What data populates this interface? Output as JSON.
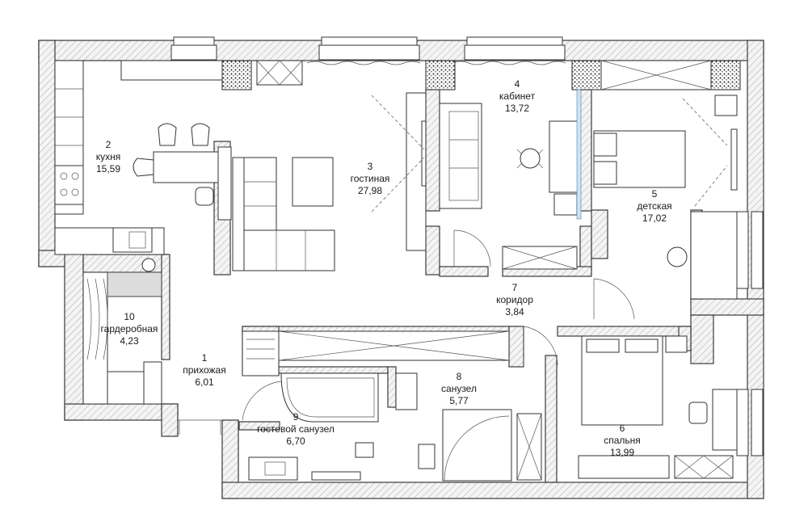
{
  "rooms": [
    {
      "number": "1",
      "name": "прихожая",
      "area": "6,01"
    },
    {
      "number": "2",
      "name": "кухня",
      "area": "15,59"
    },
    {
      "number": "3",
      "name": "гостиная",
      "area": "27,98"
    },
    {
      "number": "4",
      "name": "кабинет",
      "area": "13,72"
    },
    {
      "number": "5",
      "name": "детская",
      "area": "17,02"
    },
    {
      "number": "6",
      "name": "спальня",
      "area": "13,99"
    },
    {
      "number": "7",
      "name": "коридор",
      "area": "3,84"
    },
    {
      "number": "8",
      "name": "санузел",
      "area": "5,77"
    },
    {
      "number": "9",
      "name": "гостевой санузел",
      "area": "6,70"
    },
    {
      "number": "10",
      "name": "гардеробная",
      "area": "4,23"
    }
  ]
}
